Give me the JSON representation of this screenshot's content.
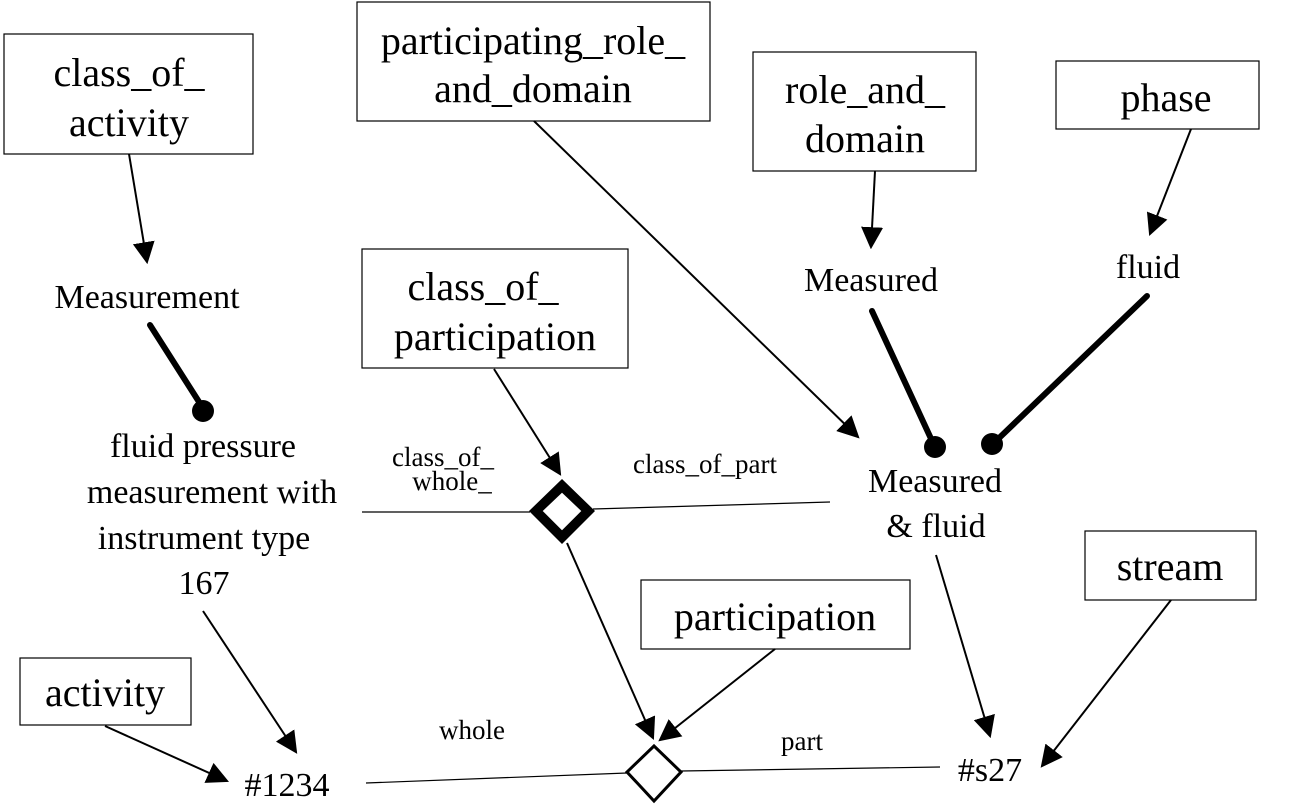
{
  "diagram": {
    "boxes": {
      "class_of_activity": [
        "class_of_",
        "activity"
      ],
      "participating_role_and_domain": [
        "participating_role_",
        "and_domain"
      ],
      "role_and_domain": [
        "role_and_",
        "domain"
      ],
      "phase": [
        "phase"
      ],
      "class_of_participation": [
        "class_of_",
        "participation"
      ],
      "stream": [
        "stream"
      ],
      "participation": [
        "participation"
      ],
      "activity": [
        "activity"
      ]
    },
    "nodes": {
      "measurement": "Measurement",
      "measured": "Measured",
      "fluid": "fluid",
      "fluid_pressure": [
        "fluid pressure",
        "measurement with",
        "instrument type",
        "167"
      ],
      "measured_and_fluid": [
        "Measured",
        "& fluid"
      ],
      "activity_instance": "#1234",
      "stream_instance": "#s27"
    },
    "edge_labels": {
      "class_of_whole": [
        "class_of_",
        "whole_"
      ],
      "class_of_part": "class_of_part",
      "whole": "whole",
      "part": "part"
    }
  }
}
